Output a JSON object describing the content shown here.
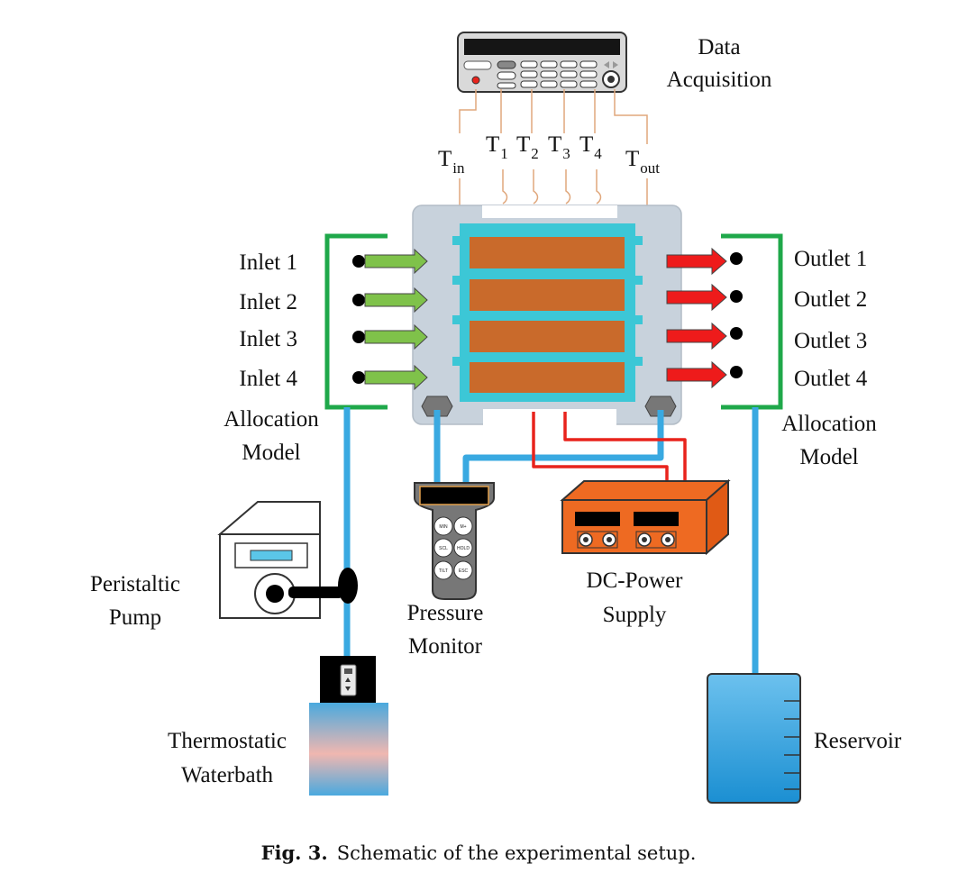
{
  "data_acquisition": {
    "line1": "Data",
    "line2": "Acquisition"
  },
  "sensors": [
    {
      "base": "T",
      "sub": "in"
    },
    {
      "base": "T",
      "sub": "1"
    },
    {
      "base": "T",
      "sub": "2"
    },
    {
      "base": "T",
      "sub": "3"
    },
    {
      "base": "T",
      "sub": "4"
    },
    {
      "base": "T",
      "sub": "out"
    }
  ],
  "inlets": [
    "Inlet 1",
    "Inlet 2",
    "Inlet 3",
    "Inlet 4"
  ],
  "outlets": [
    "Outlet 1",
    "Outlet 2",
    "Outlet 3",
    "Outlet 4"
  ],
  "allocation_left": {
    "line1": "Allocation",
    "line2": "Model"
  },
  "allocation_right": {
    "line1": "Allocation",
    "line2": "Model"
  },
  "peristaltic_pump": {
    "line1": "Peristaltic",
    "line2": "Pump"
  },
  "pressure_monitor": {
    "line1": "Pressure",
    "line2": "Monitor",
    "keys": [
      "MIN",
      "M+",
      "SCL",
      "HOLD",
      "TILT",
      "ESC"
    ]
  },
  "dc_power_supply": {
    "line1": "DC-Power",
    "line2": "Supply"
  },
  "thermostatic_waterbath": {
    "line1": "Thermostatic",
    "line2": "Waterbath"
  },
  "reservoir": {
    "label": "Reservoir"
  },
  "caption": {
    "prefix": "Fig. 3.",
    "text": "Schematic of the experimental setup."
  },
  "colors": {
    "water_line": "#39a9e1",
    "power_line": "#e8231c",
    "thermocouple_wire": "#e0a77c",
    "inlet_arrow": "#7fc24a",
    "outlet_arrow": "#ee1b1b",
    "allocation_bracket": "#1fa84a",
    "heater_block": "#c96a2b",
    "channel": "#3cc7d6",
    "housing": "#c8d2dc",
    "power_supply": "#ee6a22"
  }
}
